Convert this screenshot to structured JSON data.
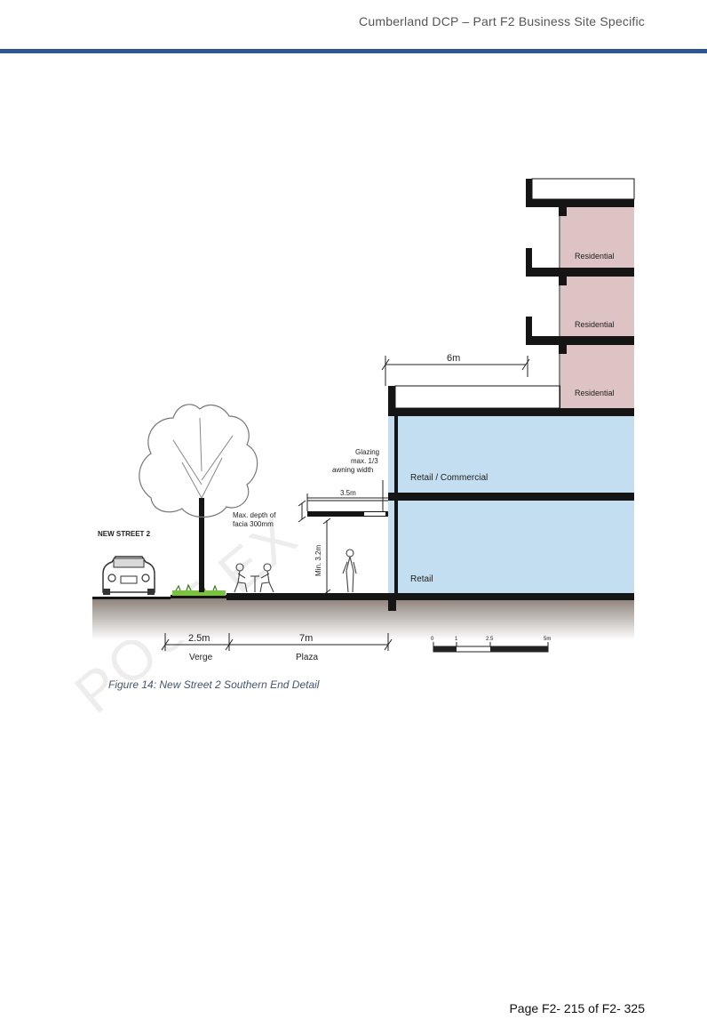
{
  "header": {
    "title": "Cumberland DCP – Part F2 Business Site Specific"
  },
  "figure": {
    "labels": {
      "residential": "Residential",
      "retail_commercial": "Retail / Commercial",
      "retail": "Retail",
      "new_street": "NEW STREET 2",
      "facia_line1": "Max. depth of",
      "facia_line2": "facia 300mm",
      "glazing_line1": "Glazing",
      "glazing_line2": "max. 1/3",
      "glazing_line3": "awning width",
      "min_height": "Min. 3.2m",
      "dim_6m": "6m",
      "dim_35m": "3.5m",
      "dim_25m": "2.5m",
      "dim_7m": "7m",
      "verge": "Verge",
      "plaza": "Plaza",
      "scale_0": "0",
      "scale_1": "1",
      "scale_25": "2.5",
      "scale_5": "5m"
    },
    "colors": {
      "retail_fill": "#c3def0",
      "residential_fill": "#ddc3c3",
      "ground": "#8a7f77",
      "structure": "#151515",
      "grass": "#7bc142"
    },
    "caption": "Figure 14: New Street 2 Southern End Detail"
  },
  "watermark": "POST EX",
  "footer": {
    "page": "Page F2- 215 of F2- 325"
  }
}
